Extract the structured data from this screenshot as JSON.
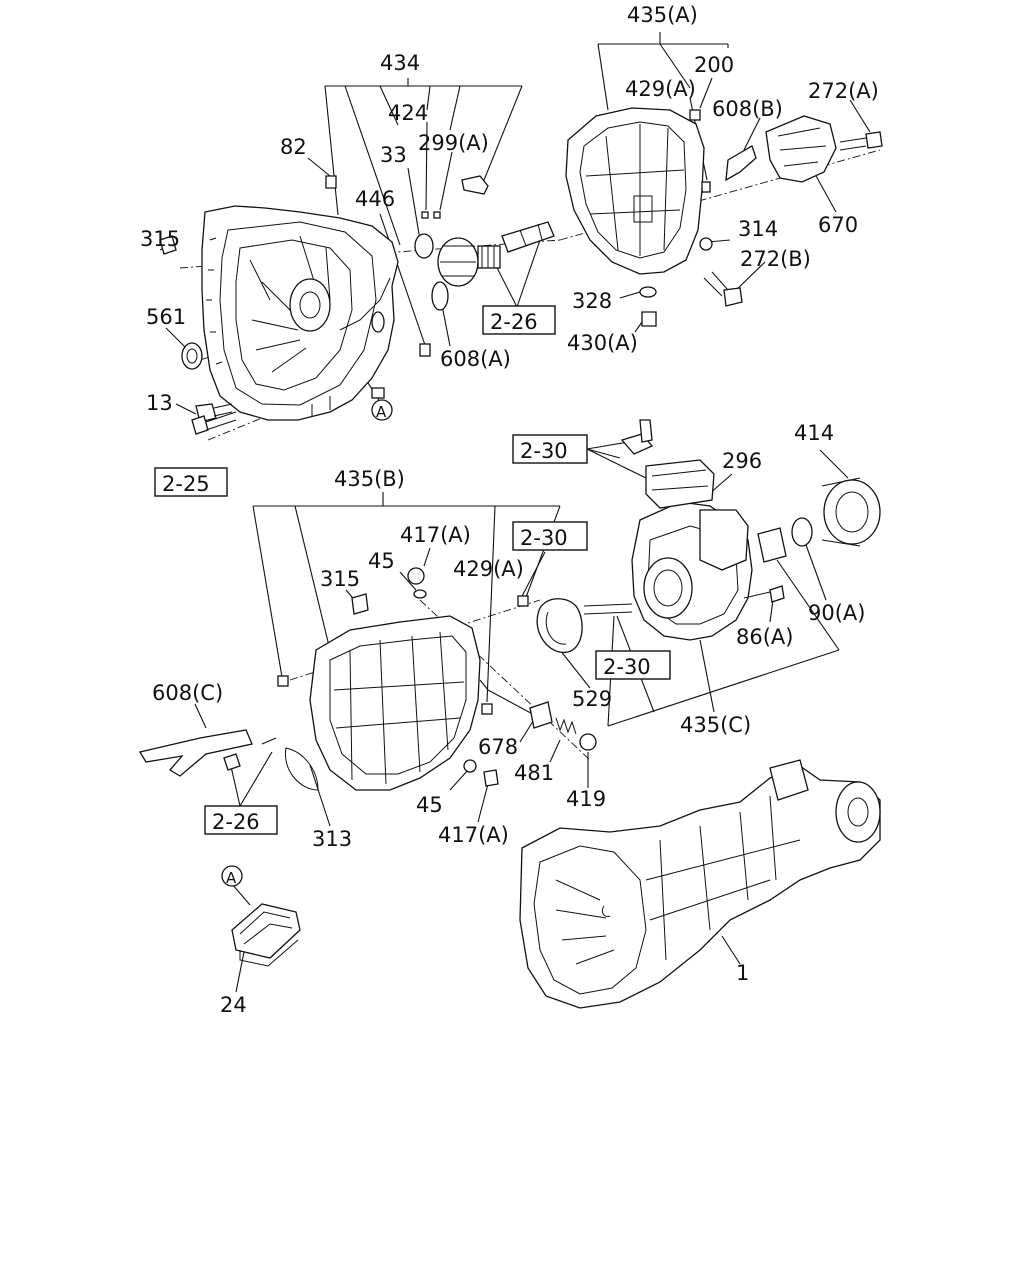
{
  "diagram": {
    "labels": {
      "l435A": "435(A)",
      "l434": "434",
      "l200": "200",
      "l429A_top": "429(A)",
      "l424": "424",
      "l272A": "272(A)",
      "l608B": "608(B)",
      "l33": "33",
      "l299A": "299(A)",
      "l82": "82",
      "l446": "446",
      "l670": "670",
      "l315_top": "315",
      "l314": "314",
      "l272B": "272(B)",
      "l561": "561",
      "l328": "328",
      "l608A": "608(A)",
      "l430A": "430(A)",
      "l13": "13",
      "l414": "414",
      "l296": "296",
      "l435B": "435(B)",
      "l417A_top": "417(A)",
      "l45_top": "45",
      "l429A_mid": "429(A)",
      "l315_mid": "315",
      "l86A": "86(A)",
      "l90A": "90(A)",
      "l608C": "608(C)",
      "l529": "529",
      "l435C": "435(C)",
      "l678": "678",
      "l481": "481",
      "l419": "419",
      "l45_bot": "45",
      "l313": "313",
      "l417A_bot": "417(A)",
      "l1": "1",
      "l24": "24"
    },
    "refs": {
      "r226_top": "2-26",
      "r225": "2-25",
      "r230_a": "2-30",
      "r230_b": "2-30",
      "r230_c": "2-30",
      "r226_bot": "2-26"
    },
    "markers": {
      "a_main": "A",
      "a_inset": "A"
    }
  }
}
